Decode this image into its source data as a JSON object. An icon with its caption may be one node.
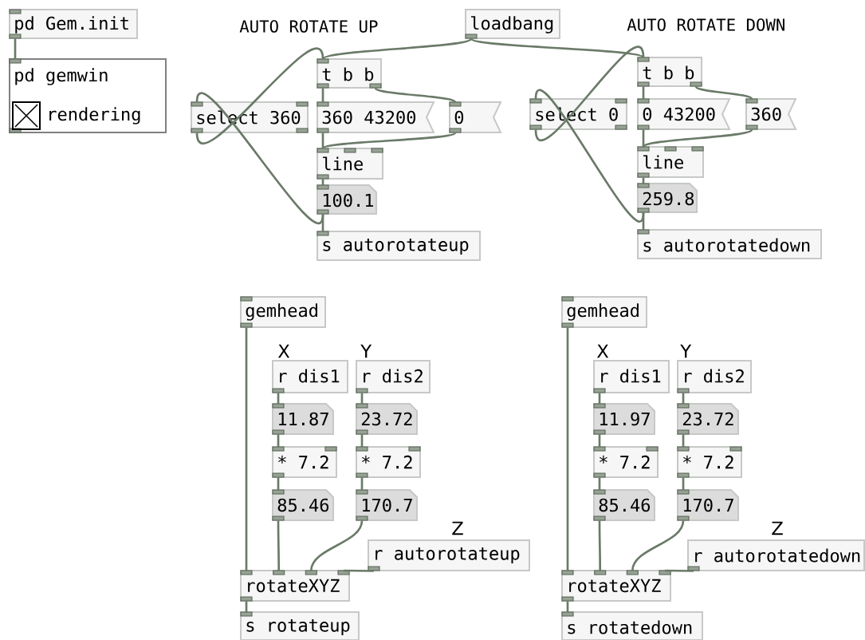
{
  "diagram": {
    "nodes": [
      {
        "text": [
          "pd Gem.init"
        ]
      },
      {
        "text": [
          "pd gemwin"
        ]
      },
      {
        "text": [],
        "shape": "box",
        "in": 1,
        "beside": [
          "rendering"
        ]
      },
      {
        "text": [
          "loadbang"
        ]
      },
      {
        "text": [
          "t b b"
        ]
      },
      {
        "text": [
          "select 360"
        ]
      },
      {
        "text": [
          "360 43200"
        ]
      },
      {
        "text": [
          "0"
        ]
      },
      {
        "text": [
          "line"
        ]
      },
      {
        "text": [
          "100.1"
        ]
      },
      {
        "text": [
          "s autorotateup"
        ]
      },
      {
        "text": [
          "t b b"
        ]
      },
      {
        "text": [
          "select 0"
        ]
      },
      {
        "text": [
          "0 43200"
        ]
      },
      {
        "text": [
          "360"
        ]
      },
      {
        "text": [
          "line"
        ]
      },
      {
        "text": [
          "259.8"
        ]
      },
      {
        "text": [
          "s autorotatedown"
        ]
      },
      {
        "text": [
          "gemhead"
        ]
      },
      {
        "text": [
          "r dis1"
        ]
      },
      {
        "text": [
          "r dis2"
        ]
      },
      {
        "text": [
          "11.87"
        ]
      },
      {
        "text": [
          "23.72"
        ]
      },
      {
        "text": [
          "* 7.2"
        ]
      },
      {
        "text": [
          "* 7.2"
        ]
      },
      {
        "text": [
          "85.46"
        ]
      },
      {
        "text": [
          "170.7"
        ]
      },
      {
        "text": [
          "r autorotateup"
        ]
      },
      {
        "text": [
          "rotateXYZ"
        ]
      },
      {
        "text": [
          "s rotateup"
        ]
      },
      {
        "text": [
          "gemhead"
        ]
      },
      {
        "text": [
          "r dis1"
        ]
      },
      {
        "text": [
          "r dis2"
        ]
      },
      {
        "text": [
          "11.97"
        ]
      },
      {
        "text": [
          "23.72"
        ]
      },
      {
        "text": [
          "* 7.2"
        ]
      },
      {
        "text": [
          "* 7.2"
        ]
      },
      {
        "text": [
          "85.46"
        ]
      },
      {
        "text": [
          "170.7"
        ]
      },
      {
        "text": [
          "r autorotatedown"
        ]
      },
      {
        "text": [
          "rotateXYZ"
        ]
      },
      {
        "text": [
          "s rotatedown"
        ]
      }
    ],
    "edges": [
      {
        "from": 0,
        "to": 1,
        "arrow": "none"
      },
      {
        "from": 3,
        "to": 4,
        "arrow": "none"
      },
      {
        "from": 3,
        "to": 11,
        "arrow": "none"
      },
      {
        "from": 4,
        "to": 6,
        "arrow": "none"
      },
      {
        "from": 4,
        "to": 7,
        "arrow": "none"
      },
      {
        "from": 6,
        "to": 8,
        "arrow": "none"
      },
      {
        "from": 7,
        "to": 8,
        "arrow": "none"
      },
      {
        "from": 8,
        "to": 9,
        "arrow": "none"
      },
      {
        "from": 9,
        "to": 10,
        "arrow": "none"
      },
      {
        "from": 9,
        "to": 5,
        "arrow": "none"
      },
      {
        "from": 5,
        "to": 4,
        "arrow": "none"
      },
      {
        "from": 11,
        "to": 13,
        "arrow": "none"
      },
      {
        "from": 11,
        "to": 14,
        "arrow": "none"
      },
      {
        "from": 13,
        "to": 15,
        "arrow": "none"
      },
      {
        "from": 14,
        "to": 15,
        "arrow": "none"
      },
      {
        "from": 15,
        "to": 16,
        "arrow": "none"
      },
      {
        "from": 16,
        "to": 17,
        "arrow": "none"
      },
      {
        "from": 16,
        "to": 12,
        "arrow": "none"
      },
      {
        "from": 12,
        "to": 11,
        "arrow": "none"
      },
      {
        "from": 18,
        "to": 28,
        "arrow": "none"
      },
      {
        "from": 19,
        "to": 21,
        "arrow": "none"
      },
      {
        "from": 21,
        "to": 23,
        "arrow": "none"
      },
      {
        "from": 23,
        "to": 25,
        "arrow": "none"
      },
      {
        "from": 25,
        "to": 28,
        "arrow": "none"
      },
      {
        "from": 20,
        "to": 22,
        "arrow": "none"
      },
      {
        "from": 22,
        "to": 24,
        "arrow": "none"
      },
      {
        "from": 24,
        "to": 26,
        "arrow": "none"
      },
      {
        "from": 26,
        "to": 28,
        "arrow": "none"
      },
      {
        "from": 27,
        "to": 28,
        "arrow": "none"
      },
      {
        "from": 28,
        "to": 29,
        "arrow": "none"
      },
      {
        "from": 30,
        "to": 40,
        "arrow": "none"
      },
      {
        "from": 31,
        "to": 33,
        "arrow": "none"
      },
      {
        "from": 33,
        "to": 35,
        "arrow": "none"
      },
      {
        "from": 35,
        "to": 37,
        "arrow": "none"
      },
      {
        "from": 37,
        "to": 40,
        "arrow": "none"
      },
      {
        "from": 32,
        "to": 34,
        "arrow": "none"
      },
      {
        "from": 34,
        "to": 36,
        "arrow": "none"
      },
      {
        "from": 36,
        "to": 38,
        "arrow": "none"
      },
      {
        "from": 38,
        "to": 40,
        "arrow": "none"
      },
      {
        "from": 39,
        "to": 40,
        "arrow": "none"
      },
      {
        "from": 40,
        "to": 41,
        "arrow": "none"
      }
    ],
    "labels": [
      "AUTO ROTATE UP",
      "AUTO ROTATE DOWN",
      "X",
      "Y",
      "X",
      "Y",
      "Z",
      "Z"
    ]
  }
}
